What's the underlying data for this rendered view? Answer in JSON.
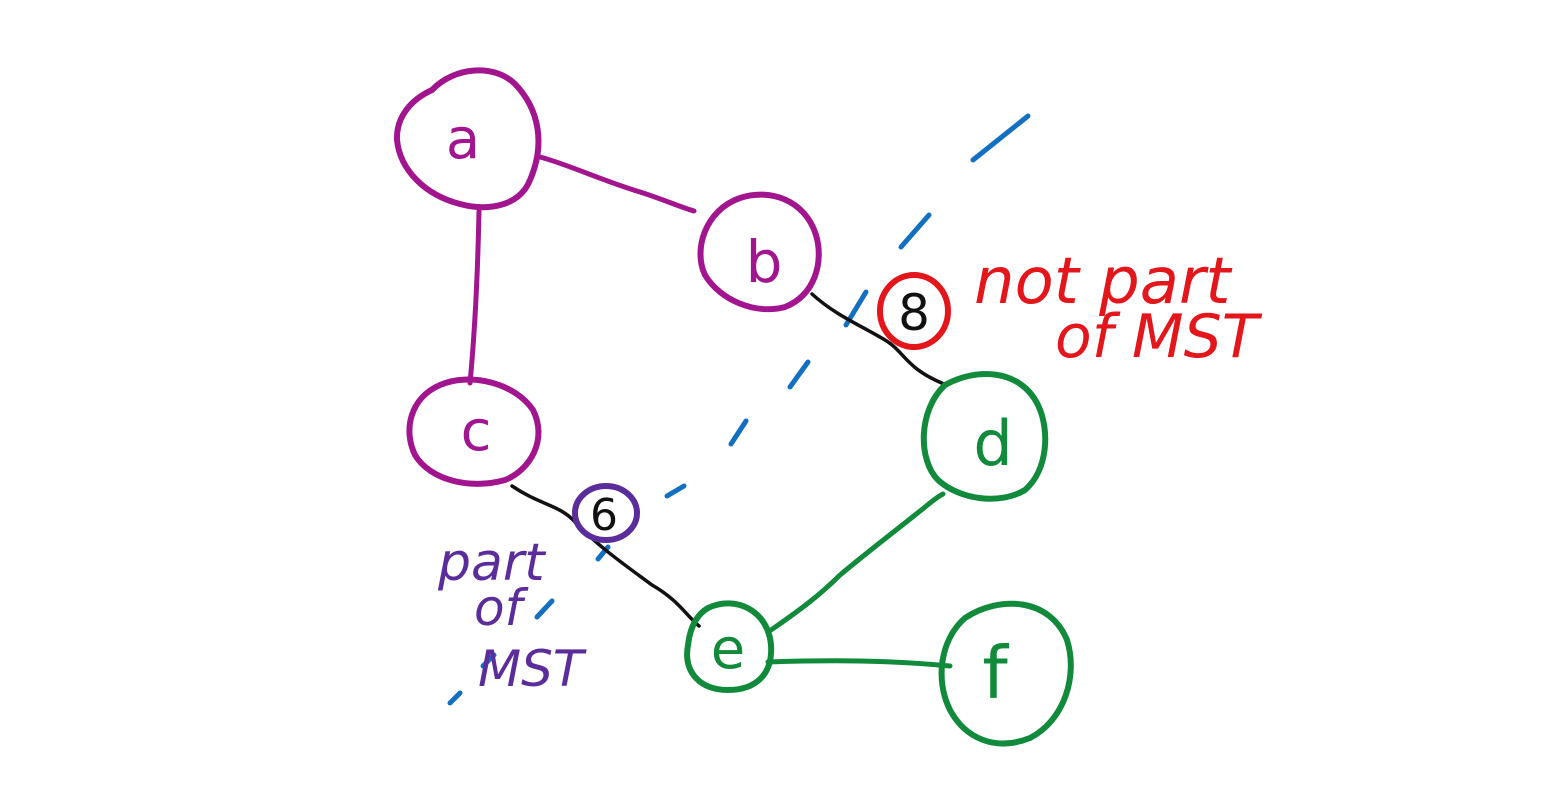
{
  "colors": {
    "purple_cluster": "#A1158F",
    "green_cluster": "#118A3C",
    "black_edge": "#111111",
    "red_annotation": "#E3161B",
    "violet_annotation": "#5B2D9A",
    "blue_cut": "#1370C0"
  },
  "nodes": {
    "a": {
      "label": "a",
      "cluster": "purple_cluster"
    },
    "b": {
      "label": "b",
      "cluster": "purple_cluster"
    },
    "c": {
      "label": "c",
      "cluster": "purple_cluster"
    },
    "d": {
      "label": "d",
      "cluster": "green_cluster"
    },
    "e": {
      "label": "e",
      "cluster": "green_cluster"
    },
    "f": {
      "label": "f",
      "cluster": "green_cluster"
    }
  },
  "edges": {
    "a_b": {
      "from": "a",
      "to": "b",
      "weight": ""
    },
    "a_c": {
      "from": "a",
      "to": "c",
      "weight": ""
    },
    "b_d": {
      "from": "b",
      "to": "d",
      "weight": "8"
    },
    "c_e": {
      "from": "c",
      "to": "e",
      "weight": "6"
    },
    "d_e": {
      "from": "d",
      "to": "e",
      "weight": ""
    },
    "e_f": {
      "from": "e",
      "to": "f",
      "weight": ""
    }
  },
  "annotations": {
    "not_part_line1": "not part",
    "not_part_line2": "of MST",
    "part_line1": "part",
    "part_line2": "of",
    "part_line3": "MST"
  }
}
